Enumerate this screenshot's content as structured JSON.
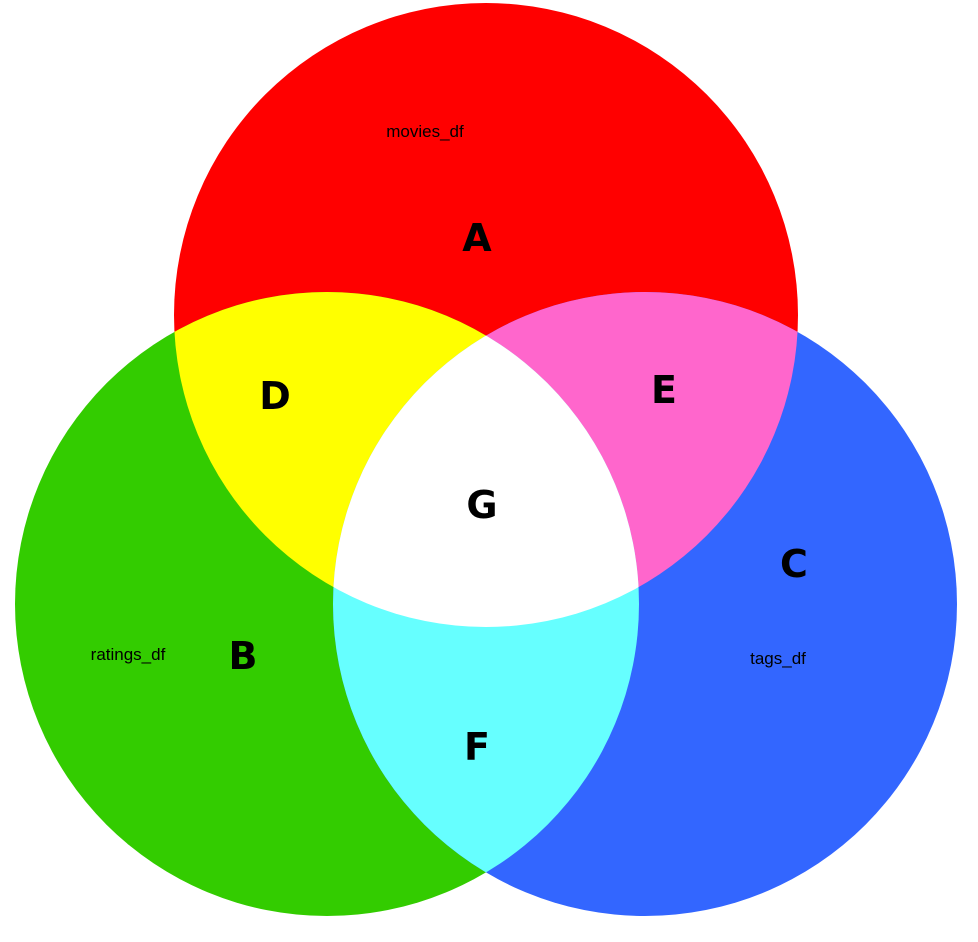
{
  "diagram": {
    "type": "venn",
    "sets": [
      {
        "id": "A",
        "name": "movies_df",
        "color": "#ff0000"
      },
      {
        "id": "B",
        "name": "ratings_df",
        "color": "#33cc00"
      },
      {
        "id": "C",
        "name": "tags_df",
        "color": "#3366ff"
      }
    ],
    "regions": [
      {
        "id": "A",
        "label": "A",
        "members": [
          "A"
        ],
        "color": "#ff0000"
      },
      {
        "id": "B",
        "label": "B",
        "members": [
          "B"
        ],
        "color": "#33cc00"
      },
      {
        "id": "C",
        "label": "C",
        "members": [
          "C"
        ],
        "color": "#3366ff"
      },
      {
        "id": "D",
        "label": "D",
        "members": [
          "A",
          "B"
        ],
        "color": "#ffff00"
      },
      {
        "id": "E",
        "label": "E",
        "members": [
          "A",
          "C"
        ],
        "color": "#ff66cc"
      },
      {
        "id": "F",
        "label": "F",
        "members": [
          "B",
          "C"
        ],
        "color": "#66ffff"
      },
      {
        "id": "G",
        "label": "G",
        "members": [
          "A",
          "B",
          "C"
        ],
        "color": "#ffffff"
      }
    ]
  }
}
